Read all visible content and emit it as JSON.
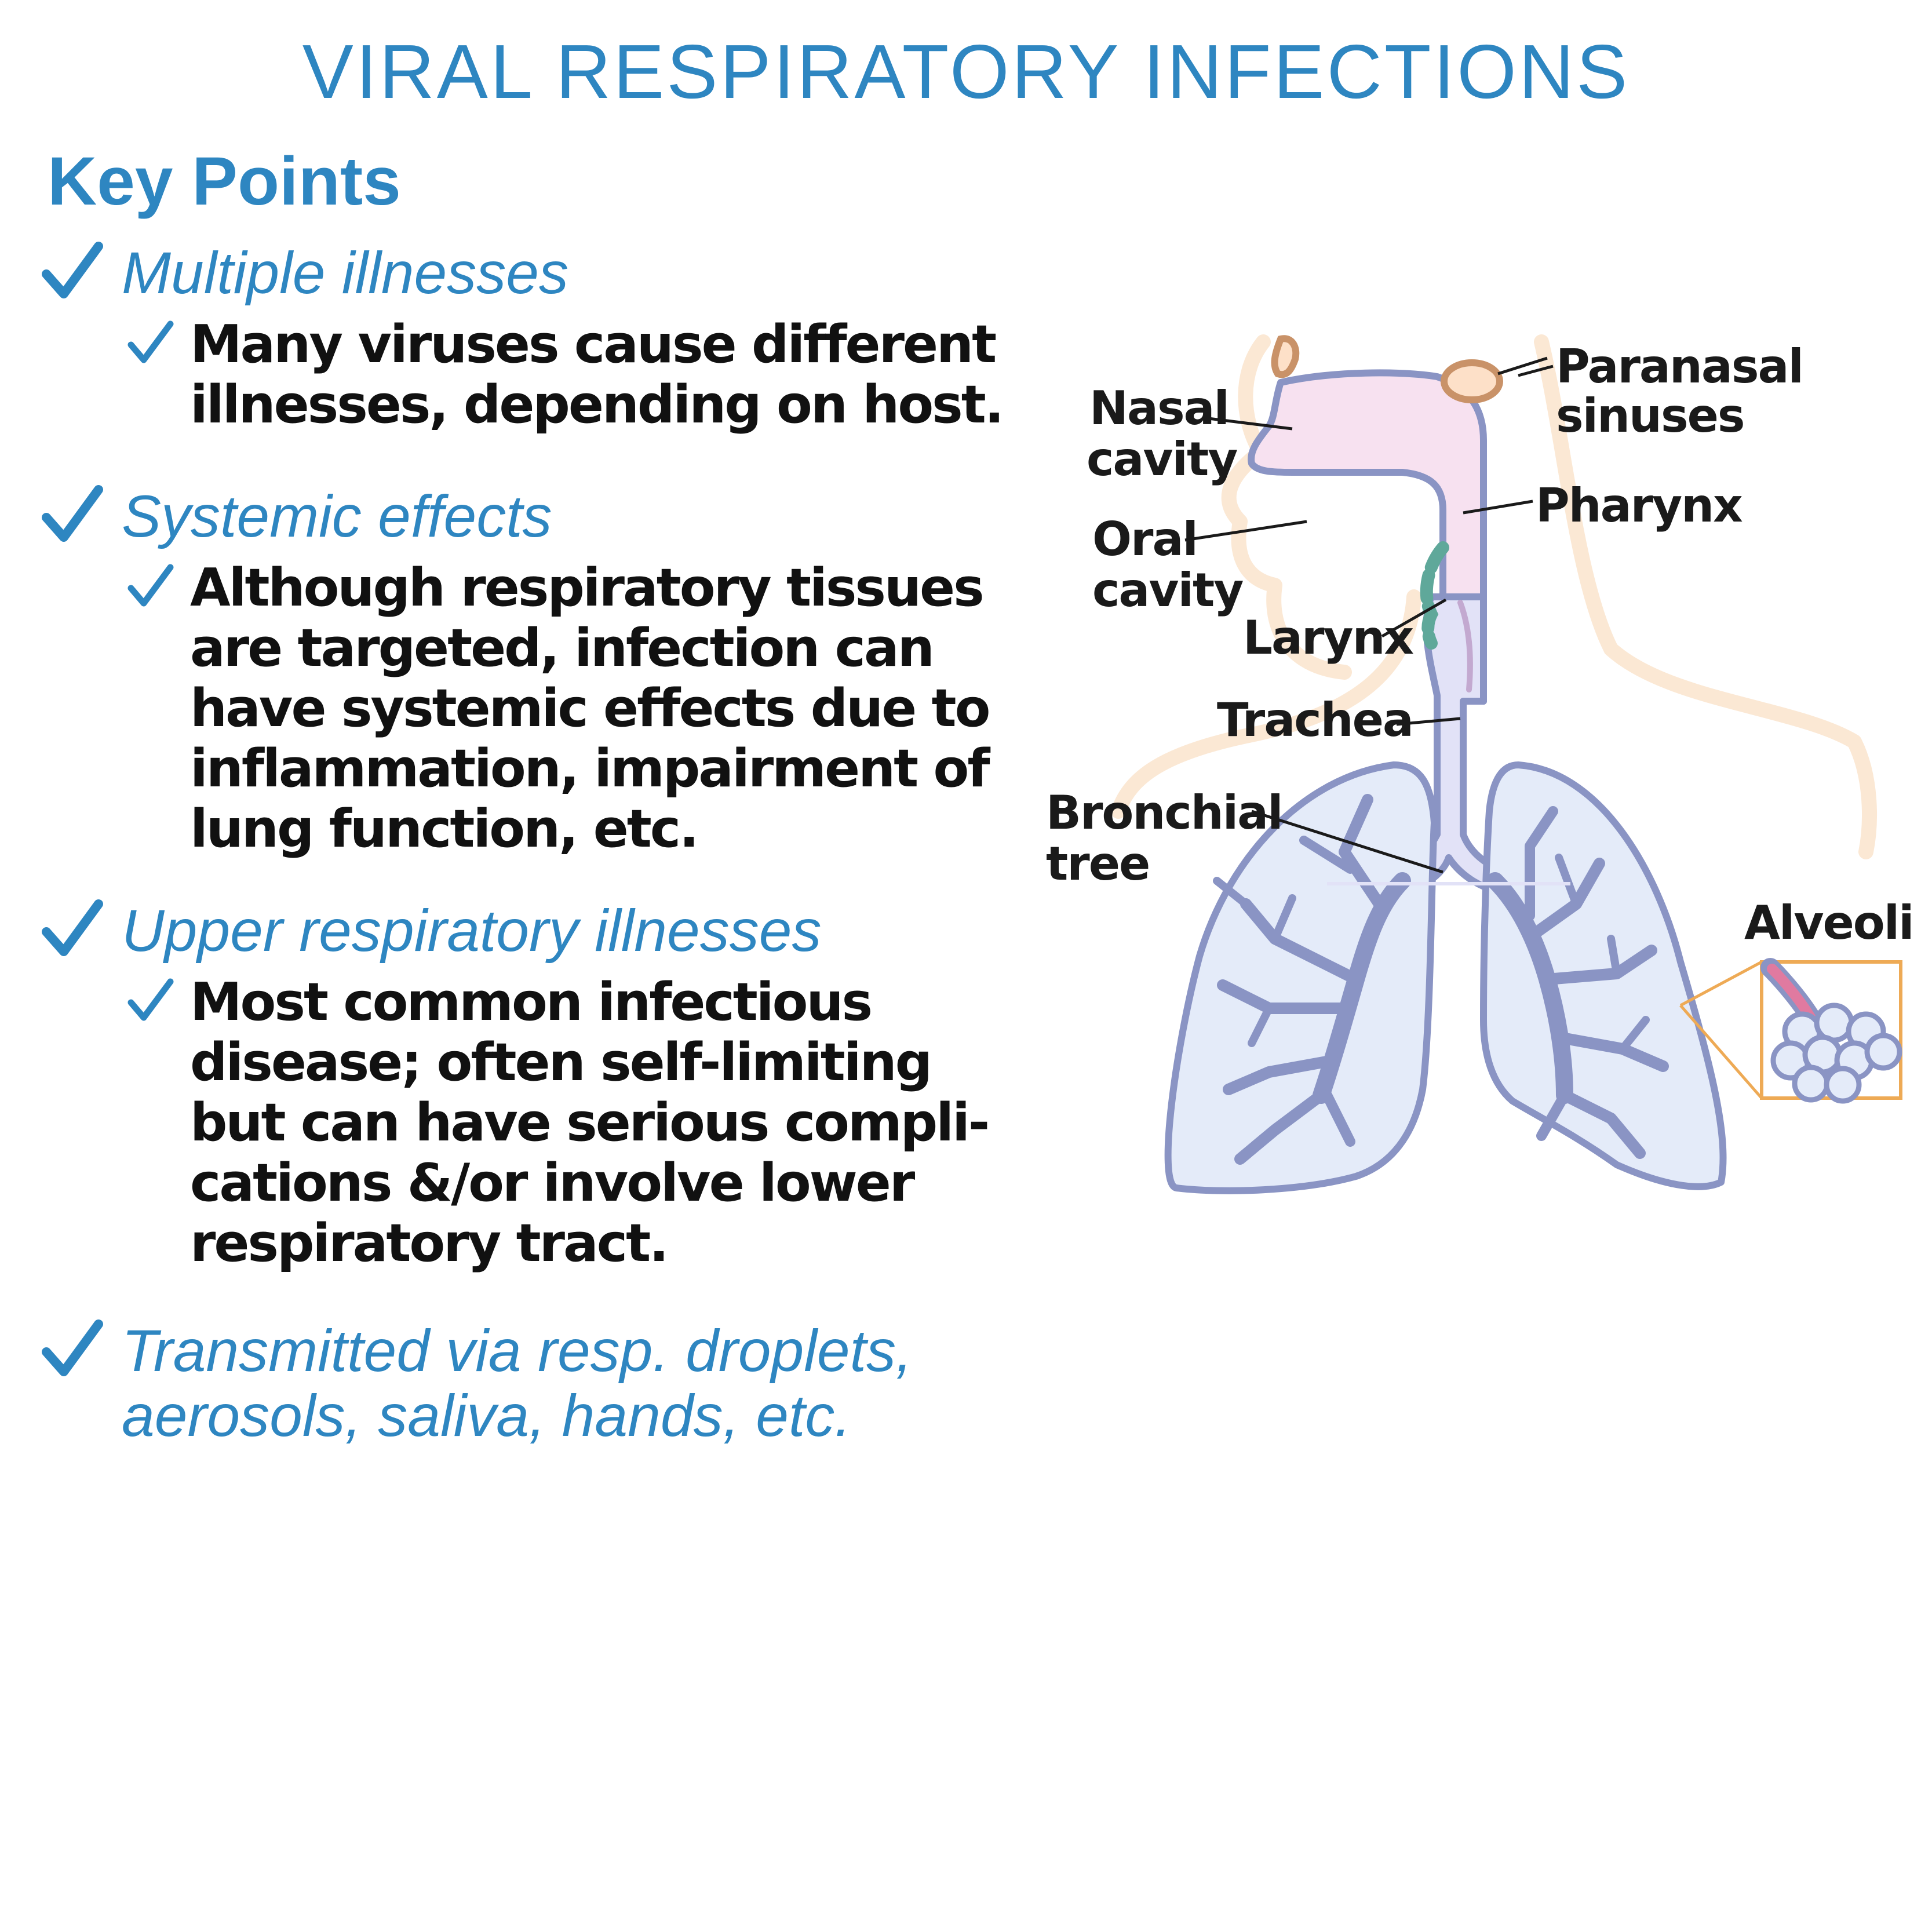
{
  "title": "VIRAL RESPIRATORY INFECTIONS",
  "subtitle": "Key Points",
  "points": [
    {
      "heading": "Multiple illnesses",
      "detail": "Many viruses cause different\nillnesses, depending on host."
    },
    {
      "heading": "Systemic effects",
      "detail": "Although respiratory tissues\nare targeted, infection can\nhave systemic effects due to\ninflammation, impairment of\nlung function, etc."
    },
    {
      "heading": "Upper respiratory illnesses",
      "detail": "Most common infectious\ndisease; often self-limiting\nbut can have serious compli-\ncations &/or involve lower\nrespiratory tract."
    },
    {
      "heading": "Transmitted via resp. droplets,\naerosols, saliva, hands, etc."
    }
  ],
  "diagram": {
    "labels": {
      "nasal_1": "Nasal",
      "nasal_2": "cavity",
      "oral_1": "Oral",
      "oral_2": "cavity",
      "larynx": "Larynx",
      "trachea": "Trachea",
      "bronchial_1": "Bronchial",
      "bronchial_2": "tree",
      "paranasal_1": "Paranasal",
      "paranasal_2": "sinuses",
      "pharynx": "Pharynx",
      "alveoli": "Alveoli"
    }
  },
  "colors": {
    "accent": "#2e86c1",
    "lung_fill": "#e4ebf9",
    "lung_stroke": "#8a94c4",
    "airway_fill": "#f7e1f0",
    "head_outline": "#fbe8d4",
    "sinus": "#c99268",
    "larynx": "#5fa89a",
    "alveoli_box": "#eeaa55"
  }
}
